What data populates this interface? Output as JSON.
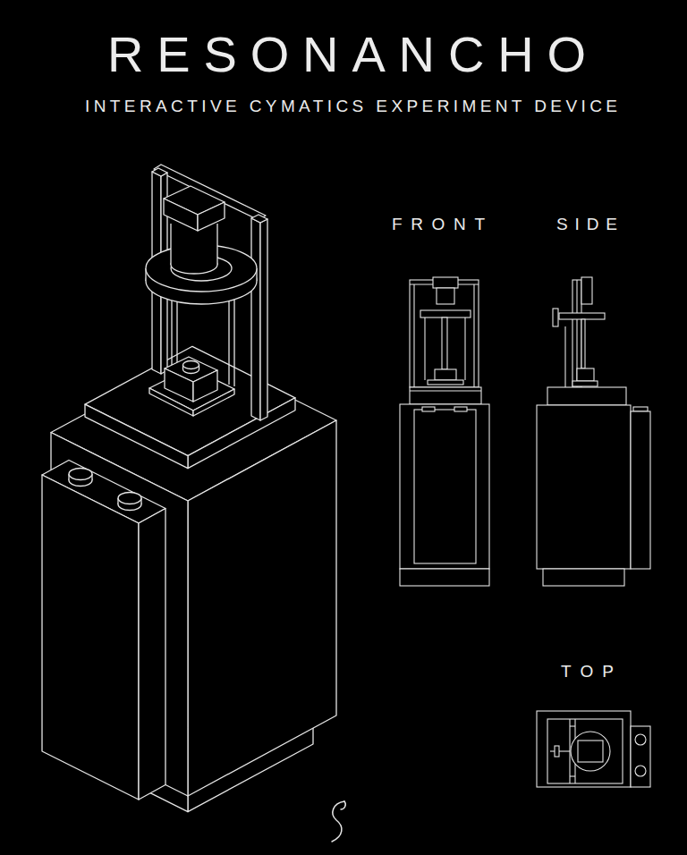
{
  "diagram": {
    "title": "RESONANCHO",
    "labels": [
      "INTERACTIVE CYMATICS EXPERIMENT DEVICE",
      "FRONT",
      "SIDE",
      "TOP"
    ]
  }
}
